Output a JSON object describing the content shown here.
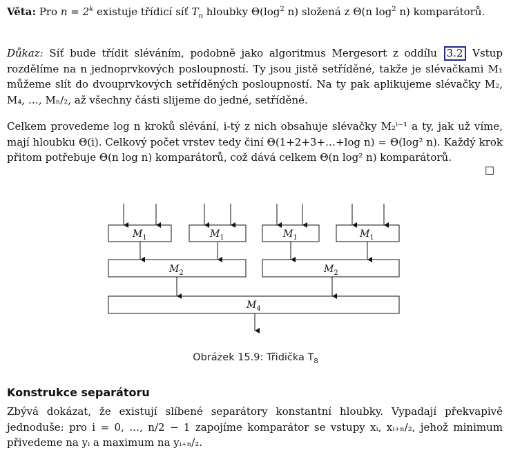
{
  "theorem": {
    "label": "Věta:",
    "text_a": "Pro",
    "math_n": "n = 2",
    "math_k": "k",
    "text_b": "existuje třídicí síť",
    "text_c": "hloubky Θ(log",
    "text_d": "n) složená z Θ(n log",
    "text_e": "n) komparátorů."
  },
  "proof": {
    "label": "Důkaz:",
    "text_a": "Síť bude třídit sléváním, podobně jako algoritmus Mergesort z oddílu",
    "ref": "3.2",
    "text_b": "Vstup rozdělíme na n jednoprvkových posloupností. Ty jsou jistě setříděné, takže je slévačkami M₁ můžeme slít do dvouprvkových setříděných posloupností. Na ty pak aplikujeme slévačky M₂, M₄, …, Mₙ/₂, až všechny části slijeme do jedné, setříděné.",
    "para2": "Celkem provedeme log n kroků slévání, i-tý z nich obsahuje slévačky M₂ⁱ⁻¹ a ty, jak už víme, mají hloubku Θ(i). Celkový počet vrstev tedy činí Θ(1+2+3+…+log n) = Θ(log² n). Každý krok přitom potřebuje Θ(n log n) komparátorů, což dává celkem Θ(n log² n) komparátorů.",
    "qed": "□"
  },
  "diagram": {
    "m1_label": "M",
    "m1_sub": "1",
    "m2_label": "M",
    "m2_sub": "2",
    "m4_label": "M",
    "m4_sub": "4",
    "line_color": "#111111"
  },
  "caption": {
    "text": "Obrázek 15.9: Třidička T",
    "sub": "8"
  },
  "section": {
    "heading": "Konstrukce separátoru",
    "text": "Zbývá dokázat, že existují slíbené separátory konstantní hloubky. Vypadají překvapivě jednoduše: pro i = 0, …, n/2 − 1 zapojíme komparátor se vstupy xᵢ, xᵢ₊ₙ/₂, jehož minimum přivedeme na yᵢ a maximum na yᵢ₊ₙ/₂."
  }
}
